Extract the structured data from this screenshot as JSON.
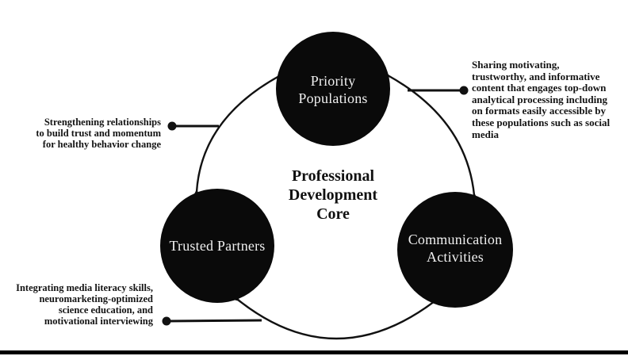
{
  "title": "Professional Development Core cycle diagram",
  "colors": {
    "background": "#ffffff",
    "node_fill": "#0a0a0a",
    "node_text": "#f0f0f0",
    "text": "#1a1a1a",
    "stroke": "#111111",
    "bottom_bar": "#000000"
  },
  "center": {
    "line1": "Professional",
    "line2": "Development",
    "line3": "Core"
  },
  "nodes": {
    "priority": {
      "line1": "Priority",
      "line2": "Populations"
    },
    "trusted": {
      "line1": "Trusted Partners"
    },
    "communication": {
      "line1": "Communication",
      "line2": "Activities"
    }
  },
  "annotations": {
    "strengthening": {
      "line1": "Strengthening relationships",
      "line2": "to build trust and momentum",
      "line3": "for healthy behavior change"
    },
    "sharing": {
      "line1": "Sharing motivating,",
      "line2": "trustworthy, and informative",
      "line3": "content that engages top-down",
      "line4": "analytical processing including",
      "line5": "on formats easily accessible by",
      "line6": "these populations such as social",
      "line7": "media"
    },
    "integrating": {
      "line1": "Integrating media literacy skills,",
      "line2": "neuromarketing-optimized",
      "line3": "science education, and",
      "line4": "motivational interviewing"
    }
  }
}
